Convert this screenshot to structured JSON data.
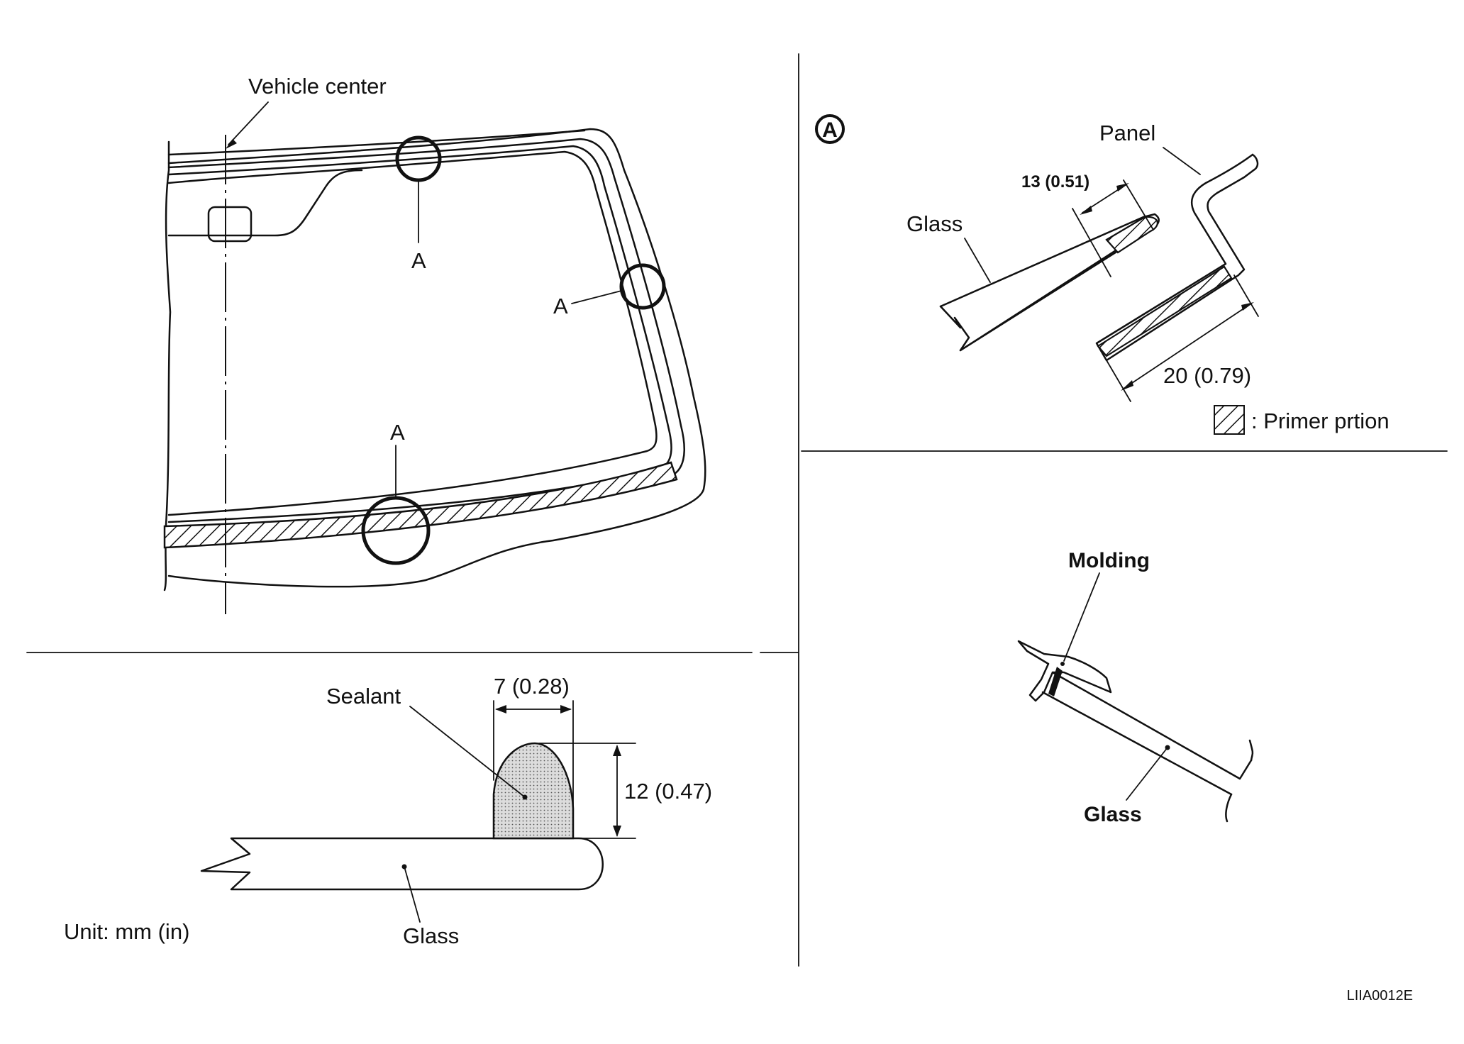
{
  "overview": {
    "vehicle_center_label": "Vehicle center",
    "point_label_a": "A"
  },
  "detail_a": {
    "marker": "A",
    "panel_label": "Panel",
    "glass_label": "Glass",
    "dim_glass": "13 (0.51)",
    "dim_panel": "20 (0.79)",
    "primer_legend": ": Primer prtion"
  },
  "sealant_section": {
    "sealant_label": "Sealant",
    "width_dim": "7 (0.28)",
    "height_dim": "12 (0.47)",
    "glass_label": "Glass",
    "unit_label": "Unit: mm (in)"
  },
  "molding_section": {
    "molding_label": "Molding",
    "glass_label": "Glass"
  },
  "figure_code": "LIIA0012E",
  "colors": {
    "line": "#111111",
    "sealant_fill": "#dcdcdc",
    "background": "#ffffff"
  }
}
